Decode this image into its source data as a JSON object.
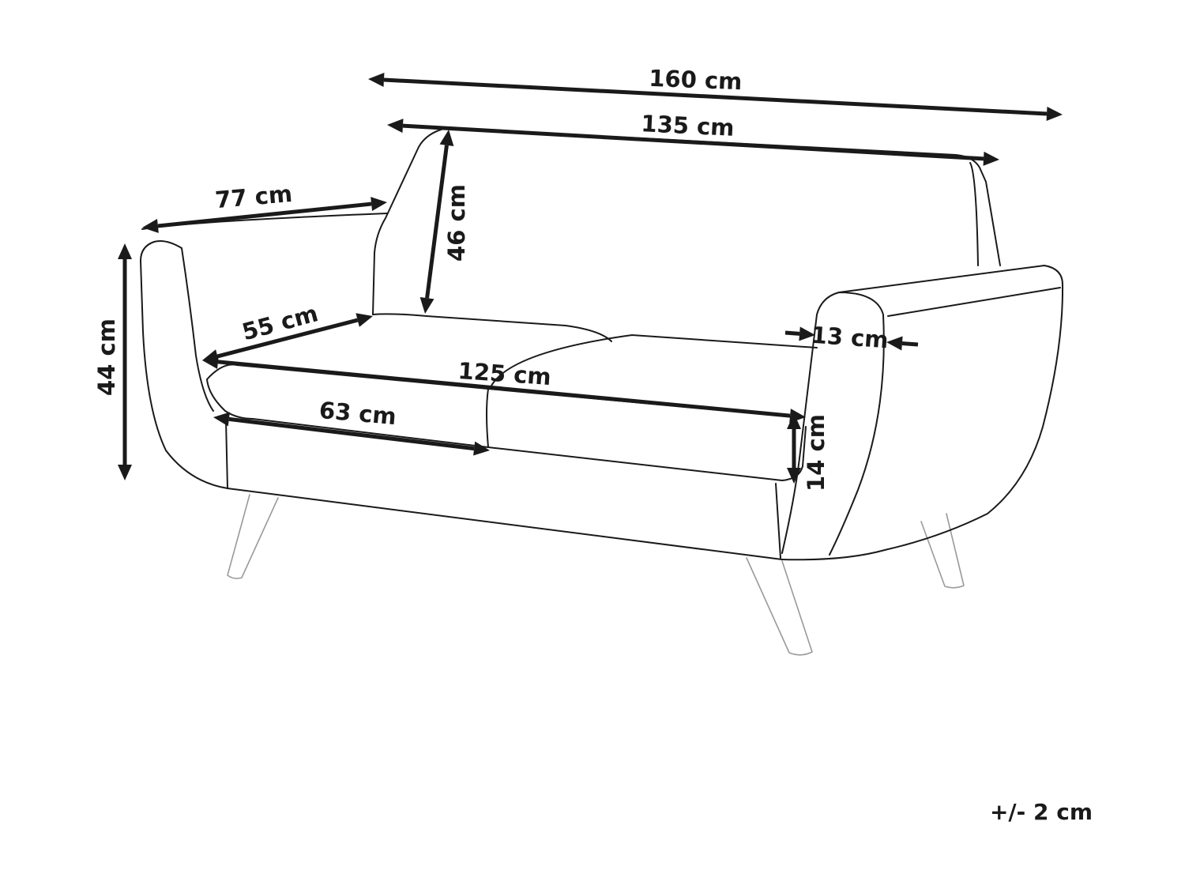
{
  "dimensions": {
    "overall_width": "160 cm",
    "backrest_width": "135 cm",
    "overall_depth": "77 cm",
    "backrest_height": "46 cm",
    "overall_height": "44 cm",
    "seat_depth": "55 cm",
    "seat_width": "125 cm",
    "armrest_width": "13 cm",
    "cushion_width": "63 cm",
    "seat_thickness": "14 cm"
  },
  "tolerance": "+/- 2 cm",
  "icons": {
    "product": "sofa-line-drawing-icon"
  }
}
